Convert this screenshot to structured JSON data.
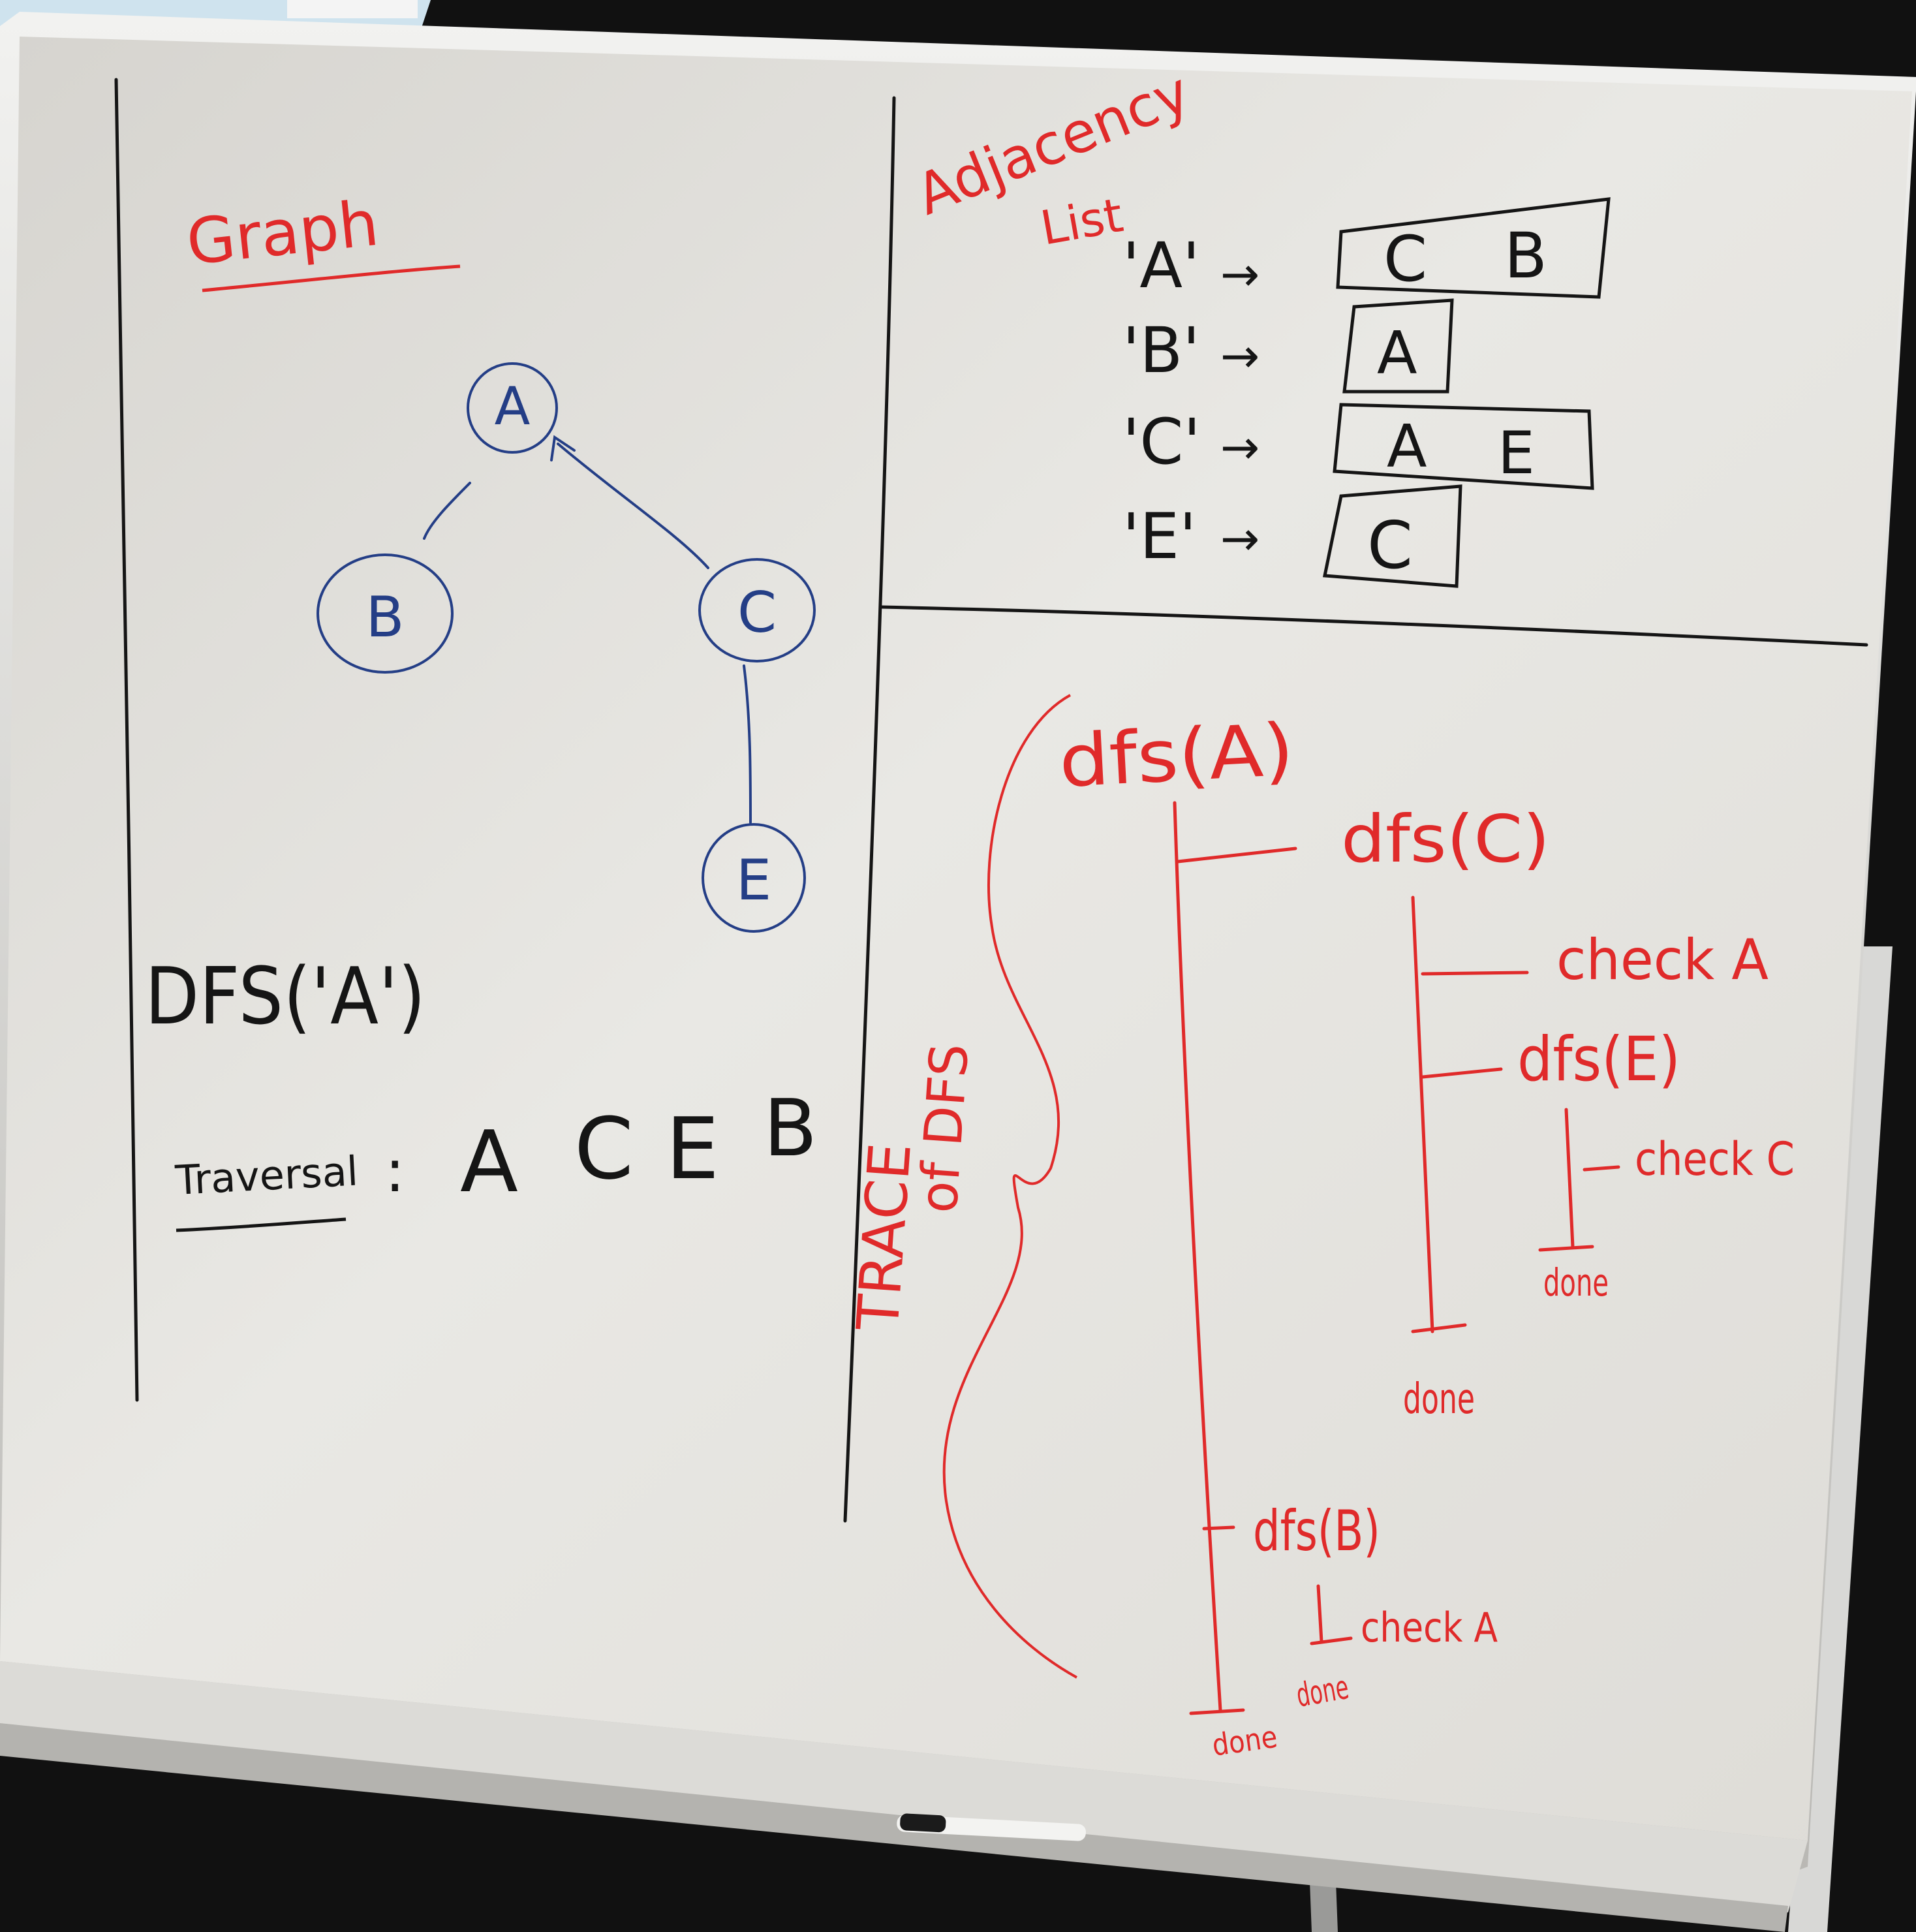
{
  "board": {
    "graph_title": "Graph",
    "adjacency_title_line1": "Adjacency",
    "adjacency_title_line2": "List",
    "dfs_call": "DFS('A')",
    "traversal_label": "Traversal",
    "traversal_colon": ":",
    "traversal_order": [
      "A",
      "C",
      "E",
      "B"
    ],
    "trace_label_line1": "TRACE",
    "trace_label_line2": "of DFS"
  },
  "graph": {
    "nodes": [
      "A",
      "B",
      "C",
      "E"
    ],
    "edges": [
      [
        "A",
        "B"
      ],
      [
        "A",
        "C"
      ],
      [
        "C",
        "E"
      ]
    ]
  },
  "adjacency_list": [
    {
      "key": "'A'",
      "arrow": "→",
      "neighbors": [
        "C",
        "B"
      ]
    },
    {
      "key": "'B'",
      "arrow": "→",
      "neighbors": [
        "A"
      ]
    },
    {
      "key": "'C'",
      "arrow": "→",
      "neighbors": [
        "A",
        "E"
      ]
    },
    {
      "key": "'E'",
      "arrow": "→",
      "neighbors": [
        "C"
      ]
    }
  ],
  "trace": {
    "root": "dfs(A)",
    "calls": [
      "dfs(C)",
      "check A",
      "dfs(E)",
      "check C",
      "done",
      "done",
      "dfs(B)",
      "check A",
      "done",
      "done"
    ]
  },
  "colors": {
    "board": "#e9e8e4",
    "marker_black": "#151515",
    "marker_red": "#e02a2a",
    "marker_blue": "#243e86"
  }
}
